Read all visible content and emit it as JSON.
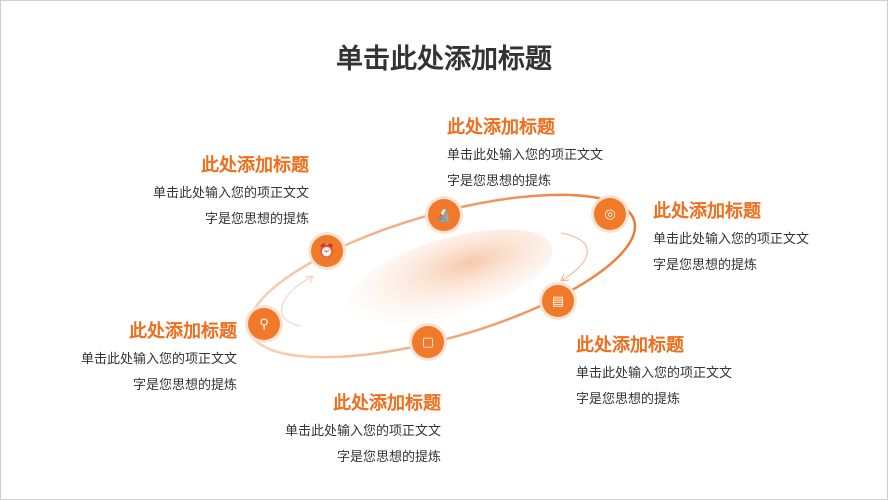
{
  "title": "单击此处添加标题",
  "items": [
    {
      "heading": "此处添加标题",
      "line1": "单击此处输入您的项正文文",
      "line2": "字是您思想的提炼",
      "icon": "alarm-clock-icon"
    },
    {
      "heading": "此处添加标题",
      "line1": "单击此处输入您的项正文文",
      "line2": "字是您思想的提炼",
      "icon": "microscope-icon"
    },
    {
      "heading": "此处添加标题",
      "line1": "单击此处输入您的项正文文",
      "line2": "字是您思想的提炼",
      "icon": "target-icon"
    },
    {
      "heading": "此处添加标题",
      "line1": "单击此处输入您的项正文文",
      "line2": "字是您思想的提炼",
      "icon": "calendar-icon"
    },
    {
      "heading": "此处添加标题",
      "line1": "单击此处输入您的项正文文",
      "line2": "字是您思想的提炼",
      "icon": "note-icon"
    },
    {
      "heading": "此处添加标题",
      "line1": "单击此处输入您的项正文文",
      "line2": "字是您思想的提炼",
      "icon": "search-icon"
    }
  ],
  "colors": {
    "accent": "#f07a2a",
    "heading": "#ee6e1c",
    "text": "#333333"
  }
}
